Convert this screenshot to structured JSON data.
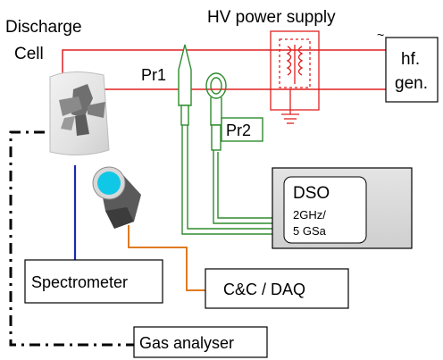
{
  "labels": {
    "discharge_cell_line1": "Discharge",
    "discharge_cell_line2": "Cell",
    "hv_power_supply": "HV power supply",
    "hf_gen_line1": "hf.",
    "hf_gen_line2": "gen.",
    "pr1": "Pr1",
    "pr2": "Pr2",
    "dso_title": "DSO",
    "dso_spec_line1": "2GHz/",
    "dso_spec_line2": "5 GSa",
    "spectrometer": "Spectrometer",
    "cc_daq": "C&C / DAQ",
    "gas_analyser": "Gas analyser",
    "tilde": "~"
  },
  "colors": {
    "power_line": "#e02020",
    "probe": "#2e8b2e",
    "fiber": "#1a28b4",
    "camera_cable": "#e07a20",
    "gas_line": "#000000",
    "dso_fill": "#d9d9d9",
    "camera_lens": "#11c7e6"
  }
}
